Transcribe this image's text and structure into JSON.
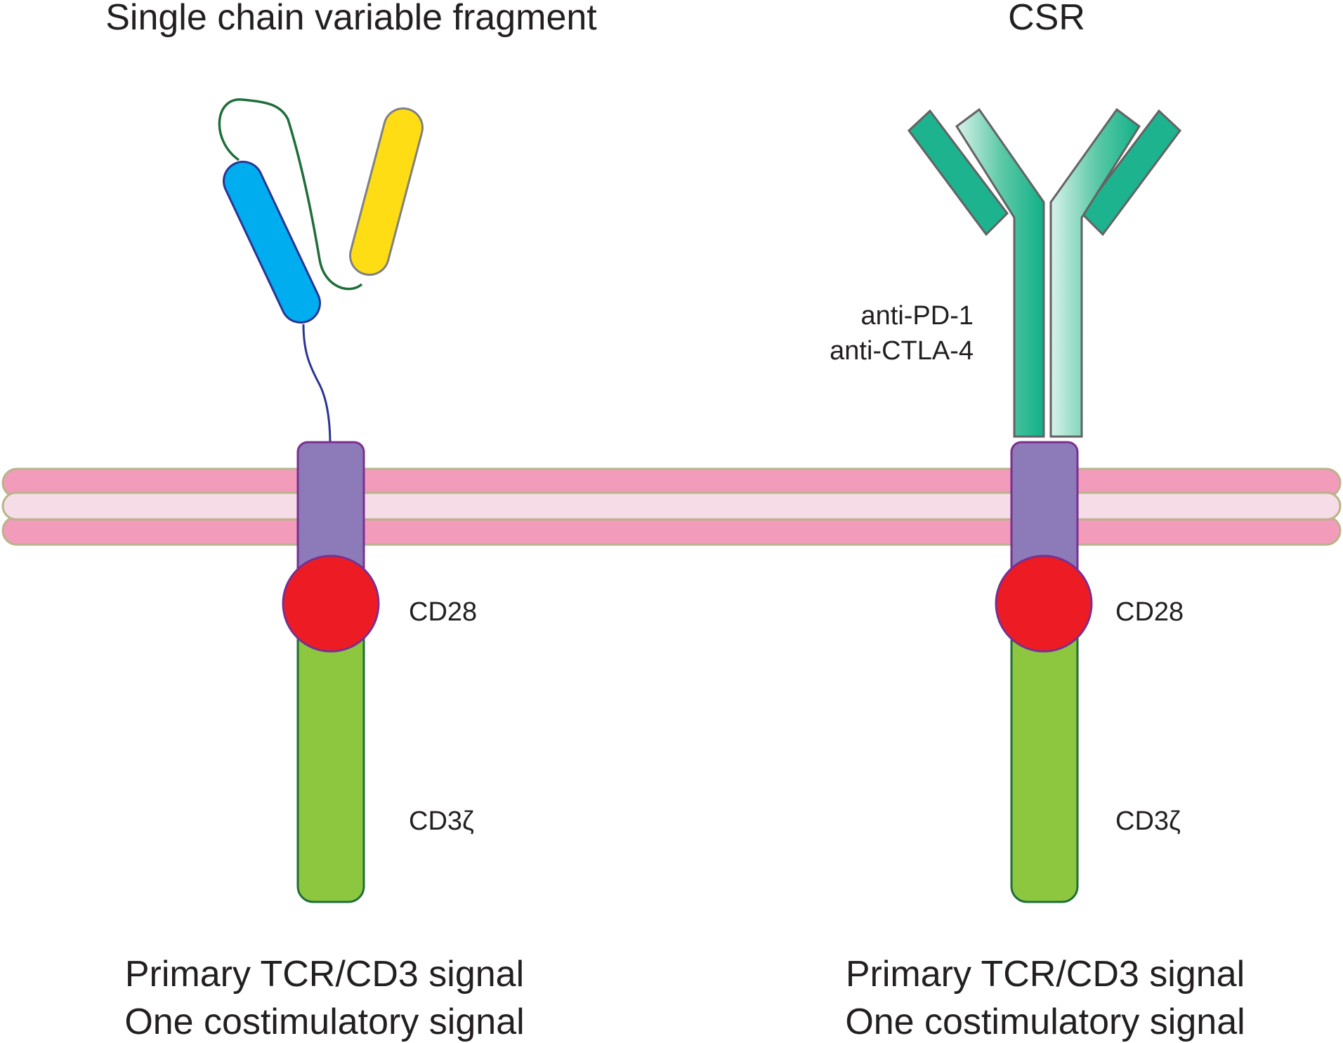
{
  "panels": [
    {
      "title": "Single chain variable fragment",
      "domain_labels": {
        "costim": "CD28",
        "signal": "CD3ζ"
      },
      "captions": [
        "Primary TCR/CD3 signal",
        "One costimulatory signal"
      ]
    },
    {
      "title": "CSR",
      "antibody_labels": [
        "anti-PD-1",
        "anti-CTLA-4"
      ],
      "domain_labels": {
        "costim": "CD28",
        "signal": "CD3ζ"
      },
      "captions": [
        "Primary TCR/CD3 signal",
        "One costimulatory signal"
      ]
    }
  ],
  "colors": {
    "membrane_outer": "#f29bba",
    "membrane_inner": "#f6dce6",
    "membrane_edge": "#b8b48c",
    "transmembrane": "#8c7bb8",
    "costim_domain": "#ed1c24",
    "signal_domain": "#8dc63f",
    "vh_domain": "#00adee",
    "vl_domain": "#ffdd15",
    "antibody": "#1db38e"
  }
}
